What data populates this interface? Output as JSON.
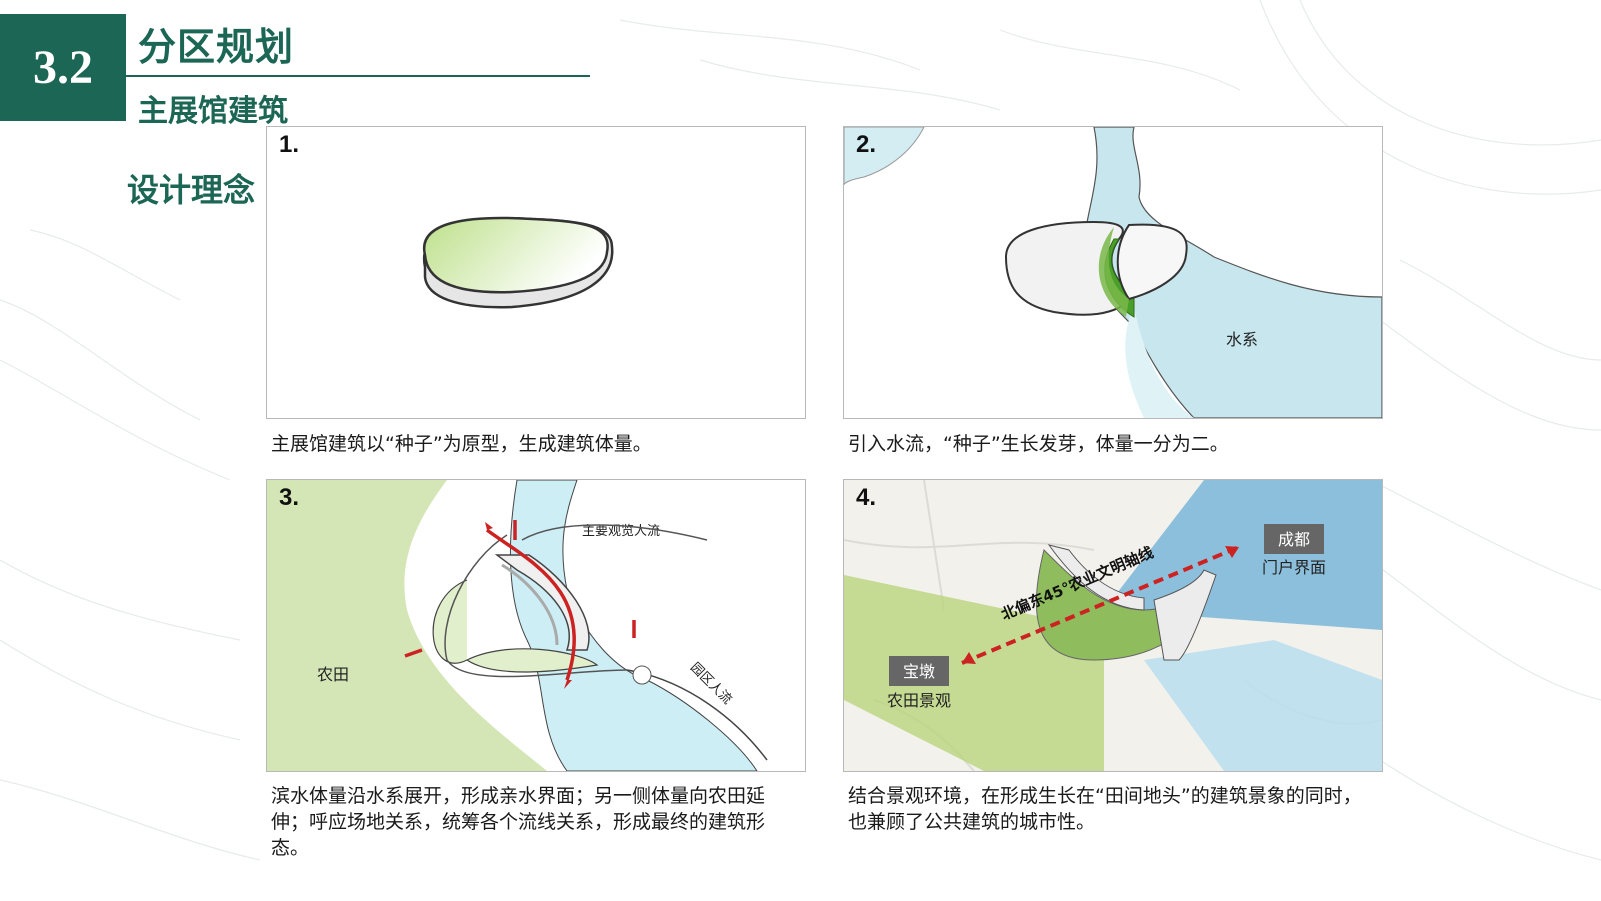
{
  "header": {
    "section_number": "3.2",
    "title": "分区规划",
    "subtitle": "主展馆建筑",
    "side_label": "设计理念"
  },
  "panels": [
    {
      "number": "1.",
      "caption": "主展馆建筑以“种子”为原型，生成建筑体量。"
    },
    {
      "number": "2.",
      "caption": "引入水流，“种子”生长发芽，体量一分为二。",
      "labels": {
        "water": "水系"
      }
    },
    {
      "number": "3.",
      "caption": "滨水体量沿水系展开，形成亲水界面；另一侧体量向农田延伸；呼应场地关系，统筹各个流线关系，形成最终的建筑形态。",
      "labels": {
        "farmland": "农田",
        "main_flow": "主要观览人流",
        "park_flow": "园区人流"
      }
    },
    {
      "number": "4.",
      "caption": "结合景观环境，在形成生长在“田间地头”的建筑景象的同时，也兼顾了公共建筑的城市性。",
      "labels": {
        "chengdu": "成都",
        "gateway": "门户界面",
        "baodun": "宝墩",
        "farmland_view": "农田景观",
        "axis": "北偏东45°农业文明轴线"
      }
    }
  ],
  "colors": {
    "brand": "#1c6655",
    "water": "#c8e6ee",
    "farmland": "#d4e6b5",
    "arrow": "#cc2222"
  }
}
